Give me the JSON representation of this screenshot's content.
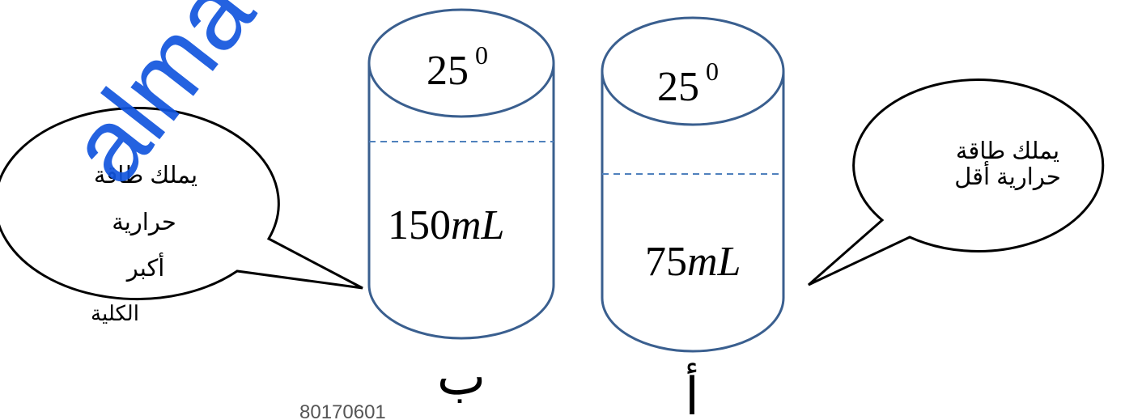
{
  "watermark": {
    "text": "alma"
  },
  "diagram_id": "80170601",
  "colors": {
    "cylinder_stroke": "#3a5f8f",
    "water_line": "#4f81bd",
    "watermark": "#1155dd",
    "bubble_stroke": "#000000",
    "text": "#000000"
  },
  "cylinder_b": {
    "temperature_value": "25",
    "temperature_sup": "0",
    "volume_number": "150",
    "volume_unit": "mL",
    "label": "ب"
  },
  "cylinder_a": {
    "temperature_value": "25",
    "temperature_sup": "0",
    "volume_number": "75",
    "volume_unit": "mL",
    "label": "أ"
  },
  "bubble_left": {
    "line1": "يملك طاقة",
    "line2": "حرارية",
    "line3": "أكبر",
    "overflow_text": "الكلية"
  },
  "bubble_right": {
    "line1": "يملك طاقة",
    "line2": "حرارية أقل"
  }
}
